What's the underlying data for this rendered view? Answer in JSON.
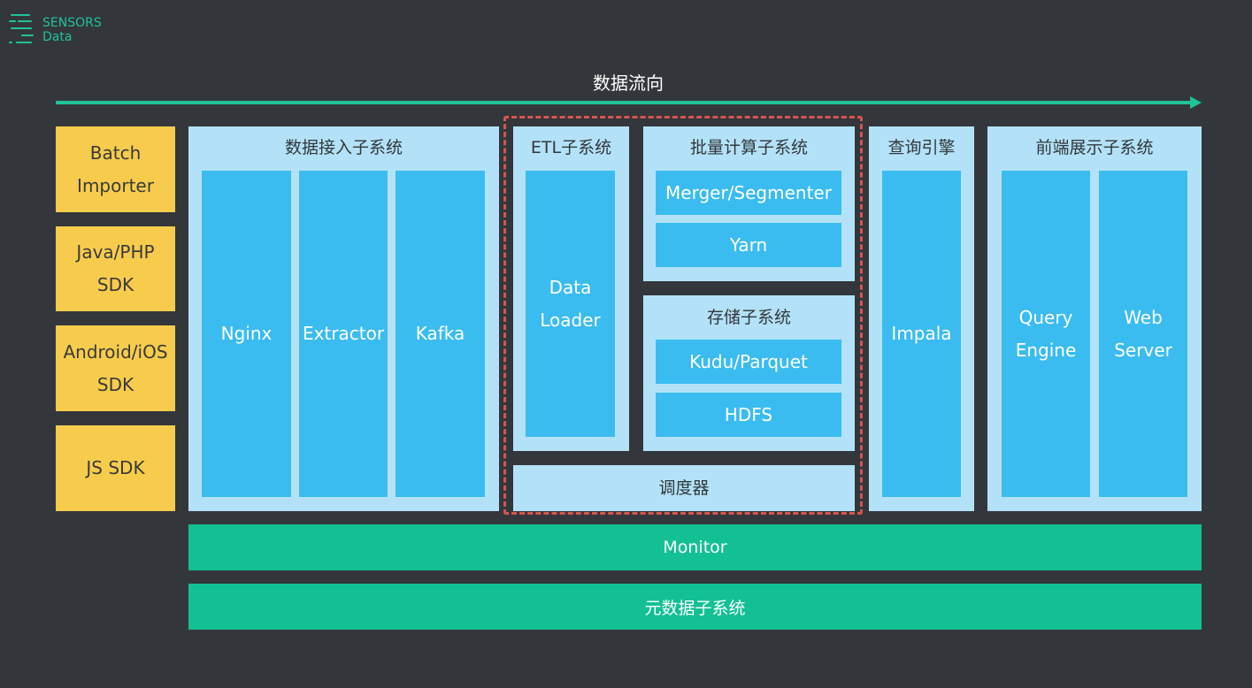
{
  "logo": {
    "line1": "SENSORS",
    "line2": "Data"
  },
  "flow": {
    "label": "数据流向"
  },
  "clients": [
    {
      "label": "Batch\nImporter"
    },
    {
      "label": "Java/PHP\nSDK"
    },
    {
      "label": "Android/iOS\nSDK"
    },
    {
      "label": "JS SDK"
    }
  ],
  "ingest": {
    "title": "数据接入子系统",
    "items": [
      "Nginx",
      "Extractor",
      "Kafka"
    ]
  },
  "etl": {
    "title": "ETL子系统",
    "item": "Data\nLoader"
  },
  "batch": {
    "title": "批量计算子系统",
    "items": [
      "Merger/Segmenter",
      "Yarn"
    ]
  },
  "storage": {
    "title": "存储子系统",
    "items": [
      "Kudu/Parquet",
      "HDFS"
    ]
  },
  "scheduler": {
    "label": "调度器"
  },
  "query": {
    "title": "查询引擎",
    "item": "Impala"
  },
  "frontend": {
    "title": "前端展示子系统",
    "items": [
      "Query\nEngine",
      "Web\nServer"
    ]
  },
  "bottom": {
    "monitor": "Monitor",
    "metadata": "元数据子系统"
  },
  "colors": {
    "background": "#33373b",
    "accent_green": "#1fc39a",
    "client_yellow": "#f7cc4c",
    "panel_light_blue": "#b3e2f8",
    "box_blue": "#3bbcf0",
    "dashed_red": "#d9534f"
  }
}
